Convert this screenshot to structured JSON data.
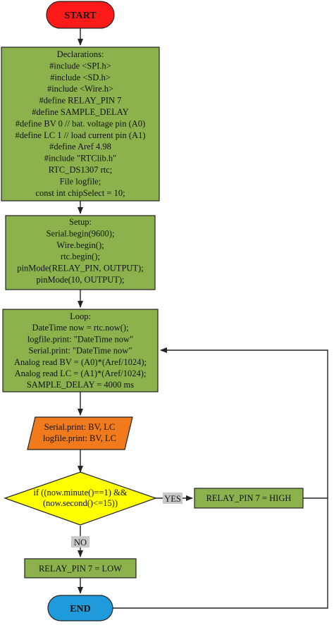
{
  "colors": {
    "start_fill": "#ff1a1a",
    "end_fill": "#1f9bdc",
    "process_fill": "#8cb24e",
    "io_fill": "#f07a1c",
    "decision_fill": "#ffff00",
    "edge_label_fill": "#c8c8c8",
    "line": "#222222"
  },
  "start": {
    "label": "START"
  },
  "declarations": {
    "lines": [
      "Declarations:",
      "#include <SPI.h>",
      "#include <SD.h>",
      "#include <Wire.h>",
      "#define RELAY_PIN 7",
      "#define SAMPLE_DELAY",
      "#define BV 0 // bat. voltage pin (A0)",
      "#define LC 1 // load current pin (A1)",
      "#define Aref 4.98",
      "#include \"RTClib.h\"",
      "RTC_DS1307 rtc;",
      "File logfile;",
      "const int chipSelect = 10;"
    ]
  },
  "setup": {
    "lines": [
      "Setup:",
      "Serial.begin(9600);",
      "Wire.begin();",
      "rtc.begin();",
      "pinMode(RELAY_PIN, OUTPUT);",
      "pinMode(10, OUTPUT);"
    ]
  },
  "loop": {
    "lines": [
      "Loop:",
      "DateTime now = rtc.now();",
      "logfile.print: \"DateTime now\"",
      "Serial.print: \"DateTime now\"",
      "Analog read BV = (A0)*(Aref/1024);",
      "Analog read LC = (A1)*(Aref/1024);",
      "SAMPLE_DELAY = 4000 ms"
    ]
  },
  "print": {
    "lines": [
      "Serial.print: BV, LC",
      "logfile.print: BV, LC"
    ]
  },
  "decision": {
    "lines": [
      "if ((now.minute()==1) &&",
      "(now.second()<=15))"
    ]
  },
  "yes_label": "YES",
  "no_label": "NO",
  "relay_high": {
    "label": "RELAY_PIN 7 = HIGH"
  },
  "relay_low": {
    "label": "RELAY_PIN 7 = LOW"
  },
  "end": {
    "label": "END"
  }
}
